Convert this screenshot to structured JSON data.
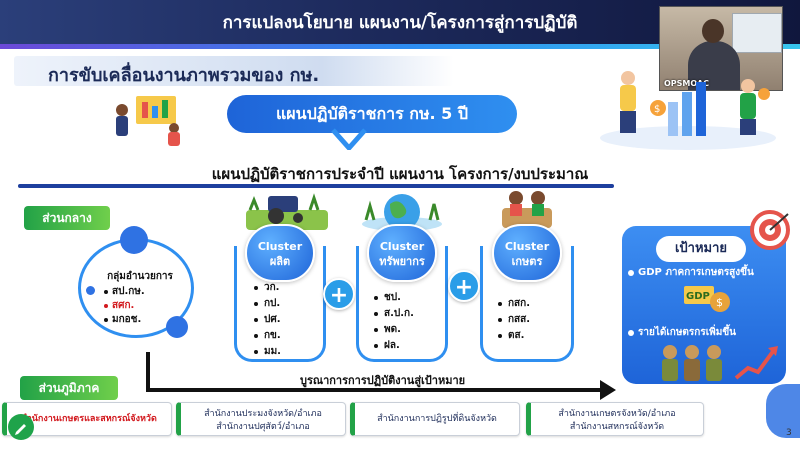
{
  "header": {
    "title": "การแปลงนโยบาย แผนงาน/โครงการสู่การปฏิบัติ",
    "subtitle": "การขับเคลื่อนงานภาพรวมของ กษ."
  },
  "video": {
    "participant_label": "OPSMOAC"
  },
  "plan": {
    "five_year": "แผนปฏิบัติราชการ กษ. 5 ปี",
    "annual": "แผนปฏิบัติราชการประจำปี แผนงาน โครงการ/งบประมาณ"
  },
  "central": {
    "label": "ส่วนกลาง",
    "group_title": "กลุ่มอำนวยการ",
    "items": [
      {
        "text": "สป.กษ."
      },
      {
        "text": "สศก.",
        "color": "#d2191e"
      },
      {
        "text": "มกอช."
      }
    ]
  },
  "clusters": [
    {
      "line1": "Cluster",
      "line2": "ผลิต",
      "illustration": "tractor-field-illustration",
      "items": [
        "วก.",
        "กป.",
        "ปศ.",
        "กข.",
        "มม."
      ]
    },
    {
      "line1": "Cluster",
      "line2": "ทรัพยากร",
      "illustration": "globe-nature-illustration",
      "items": [
        "ชป.",
        "ส.ป.ก.",
        "พด.",
        "ฝล."
      ]
    },
    {
      "line1": "Cluster",
      "line2": "เกษตร",
      "illustration": "farmer-harvest-illustration",
      "items": [
        "กสก.",
        "กสส.",
        "ตส."
      ]
    }
  ],
  "plus_sign": "+",
  "integration": "บูรณาการการปฏิบัติงานสู่เป้าหมาย",
  "goal": {
    "title": "เป้าหมาย",
    "items": [
      "GDP ภาคการเกษตรสูงขึ้น",
      "รายได้เกษตรกรเพิ่มขึ้น"
    ],
    "gdp_badge": "GDP"
  },
  "regional": {
    "label": "ส่วนภูมิภาค",
    "boxes": [
      {
        "lines": [
          "สำนักงานเกษตรและสหกรณ์จังหวัด"
        ],
        "highlight": true
      },
      {
        "lines": [
          "สำนักงานประมงจังหวัด/อำเภอ",
          "สำนักงานปศุสัตว์/อำเภอ"
        ]
      },
      {
        "lines": [
          "สำนักงานการปฏิรูปที่ดินจังหวัด"
        ]
      },
      {
        "lines": [
          "สำนักงานเกษตรจังหวัด/อำเภอ",
          "สำนักงานสหกรณ์จังหวัด"
        ]
      }
    ]
  },
  "page_number": "3",
  "colors": {
    "primary_blue": "#1e64d8",
    "accent_green": "#22a247",
    "highlight_red": "#d2191e",
    "header_navy": "#1d2a5c"
  }
}
